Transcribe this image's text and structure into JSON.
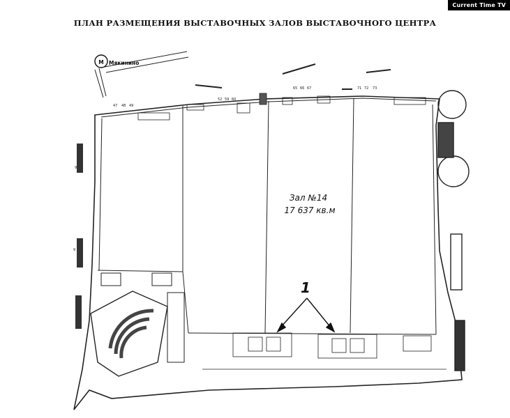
{
  "badge": "Current Time TV",
  "title": "ПЛАН РАЗМЕЩЕНИЯ ВЫСТАВОЧНЫХ ЗАЛОВ ВЫСТАВОЧНОГО ЦЕНТРА",
  "metro": {
    "letter": "M",
    "name": "Мякинино"
  },
  "hall": {
    "name": "Зал №14",
    "area": "17 637 кв.м"
  },
  "callout": "1",
  "top_numbers": [
    "47",
    "48",
    "49",
    "52",
    "59",
    "60",
    "65",
    "66",
    "67",
    "71",
    "72",
    "73"
  ],
  "side_numbers": [
    "9",
    "9"
  ]
}
